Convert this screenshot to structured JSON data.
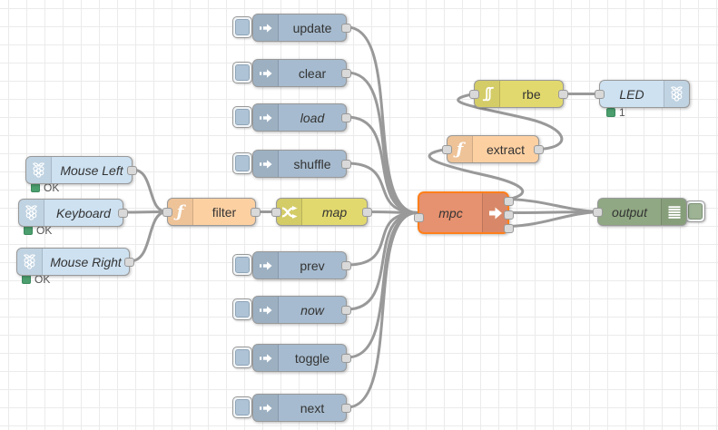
{
  "app": {
    "name": "Node-RED flow editor"
  },
  "colors": {
    "inject_node": "#a6bbcf",
    "rpi_node": "#cde1f1",
    "function_node": "#fdd0a2",
    "change_node": "#e2d96e",
    "mpc_node": "#e6916f",
    "mpc_selected_border": "#ff7f1a",
    "debug_node": "#90a883",
    "wire": "#999999",
    "status_green": "#4b9e6d",
    "grid": "#ebebeb"
  },
  "nodes": {
    "mouse_left": {
      "label": "Mouse Left",
      "status": "OK"
    },
    "keyboard": {
      "label": "Keyboard",
      "status": "OK"
    },
    "mouse_right": {
      "label": "Mouse Right",
      "status": "OK"
    },
    "filter": {
      "label": "filter"
    },
    "map": {
      "label": "map"
    },
    "injects": [
      {
        "label": "update"
      },
      {
        "label": "clear"
      },
      {
        "label": "load"
      },
      {
        "label": "shuffle"
      },
      {
        "label": "prev"
      },
      {
        "label": "now"
      },
      {
        "label": "toggle"
      },
      {
        "label": "next"
      }
    ],
    "mpc": {
      "label": "mpc"
    },
    "extract": {
      "label": "extract"
    },
    "rbe": {
      "label": "rbe"
    },
    "led": {
      "label": "LED",
      "status": "1"
    },
    "output": {
      "label": "output"
    }
  },
  "connections": [
    {
      "from": "Mouse Left",
      "to": "filter"
    },
    {
      "from": "Keyboard",
      "to": "filter"
    },
    {
      "from": "Mouse Right",
      "to": "filter"
    },
    {
      "from": "filter",
      "to": "map"
    },
    {
      "from": "map",
      "to": "mpc"
    },
    {
      "from": "update",
      "to": "mpc"
    },
    {
      "from": "clear",
      "to": "mpc"
    },
    {
      "from": "load",
      "to": "mpc"
    },
    {
      "from": "shuffle",
      "to": "mpc"
    },
    {
      "from": "prev",
      "to": "mpc"
    },
    {
      "from": "now",
      "to": "mpc"
    },
    {
      "from": "toggle",
      "to": "mpc"
    },
    {
      "from": "mpc:out1",
      "to": "extract"
    },
    {
      "from": "extract",
      "to": "rbe"
    },
    {
      "from": "rbe",
      "to": "LED"
    },
    {
      "from": "mpc:out1",
      "to": "output"
    },
    {
      "from": "mpc:out2",
      "to": "output"
    },
    {
      "from": "mpc:out3",
      "to": "output"
    },
    {
      "from": "next",
      "to": "mpc"
    }
  ]
}
